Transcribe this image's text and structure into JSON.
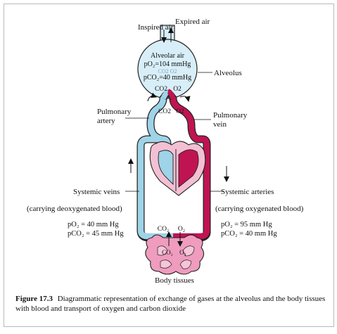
{
  "labels": {
    "inspired_air": "Inspired air",
    "expired_air": "Expired air",
    "alveolar_air": "Alveolar air",
    "alveolar_po2": "pO₂=104 mmHg",
    "alveolar_pco2": "pCO₂=40 mmHg",
    "alveolus_inner_gases": "CO2  O2",
    "alveolus": "Alveolus",
    "alveolus_gas_co2": "CO2",
    "alveolus_gas_o2": "O2",
    "capillary_gas_co2": "CO2",
    "capillary_gas_o2": "O2",
    "pulmonary_artery_line1": "Pulmonary",
    "pulmonary_artery_line2": "artery",
    "pulmonary_vein_line1": "Pulmonary",
    "pulmonary_vein_line2": "vein",
    "systemic_veins": "Systemic veins",
    "systemic_veins_note": "(carrying deoxygenated blood)",
    "veins_po2": "pO₂   = 40 mm Hg",
    "veins_pco2": "pCO₂ = 45 mm Hg",
    "systemic_arteries": "Systemic arteries",
    "systemic_arteries_note": "(carrying oxygenated blood)",
    "arteries_po2": "pO₂   = 95 mm Hg",
    "arteries_pco2": "pCO₂ = 40 mm Hg",
    "tissue_gas_co2": "CO₂",
    "tissue_gas_o2": "O₂",
    "tissue_inner_co2": "CO₂",
    "tissue_inner_o2": "O₂",
    "body_tissues": "Body tissues"
  },
  "caption": {
    "figure": "Figure 17.3",
    "text": "Diagrammatic representation of exchange of gases at the alveolus and the body tissues with blood and transport of oxygen and carbon dioxide"
  },
  "colors": {
    "deoxygenated": "#9fd3e8",
    "oxygenated": "#c01452",
    "heart_chamber": "#f3c0d3",
    "alveolus_fill": "#d8eef8",
    "tissue_fill": "#ef9cbe",
    "outline": "#222222"
  }
}
